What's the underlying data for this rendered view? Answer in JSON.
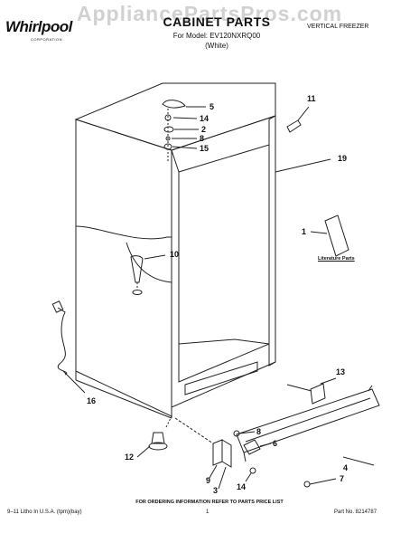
{
  "watermark": "AppliancePartsPros.com",
  "brand": {
    "name": "Whirlpool",
    "sub": "CORPORATION"
  },
  "header": {
    "title": "CABINET PARTS",
    "model": "For Model: EV120NXRQ00",
    "color": "(White)",
    "category": "VERTICAL FREEZER"
  },
  "literature_label": "Literature Parts",
  "callouts": [
    "5",
    "14",
    "2",
    "8",
    "15",
    "11",
    "19",
    "1",
    "10",
    "13",
    "16",
    "8",
    "6",
    "4",
    "7",
    "12",
    "9",
    "3",
    "14"
  ],
  "footer": {
    "note": "FOR ORDERING INFORMATION REFER TO PARTS PRICE LIST",
    "litho": "9–11 Litho In U.S.A. (tpm)(bay)",
    "page": "1",
    "part_number": "Part No. 8214787"
  }
}
